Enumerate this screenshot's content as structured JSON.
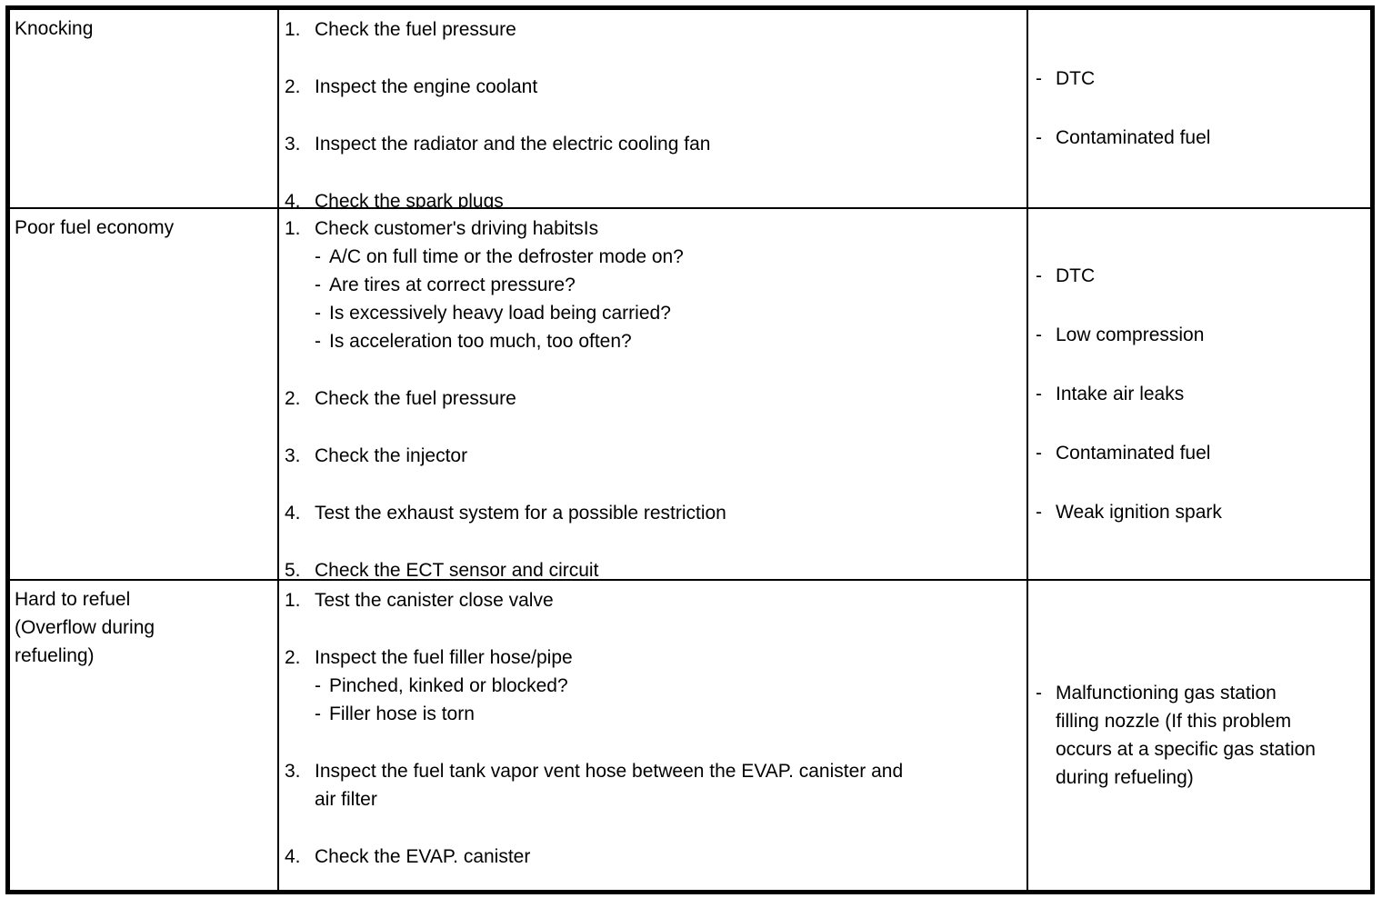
{
  "bullet_dash": "-",
  "colors": {
    "background": "#ffffff",
    "border": "#000000",
    "text": "#000000"
  },
  "table": {
    "rows": [
      {
        "symptom": "Knocking",
        "steps": [
          {
            "num": "1.",
            "text": "Check the fuel pressure",
            "subs": []
          },
          {
            "num": "2.",
            "text": "Inspect the engine coolant",
            "subs": []
          },
          {
            "num": "3.",
            "text": "Inspect the radiator and the electric cooling fan",
            "subs": []
          },
          {
            "num": "4.",
            "text": "Check the spark plugs",
            "subs": []
          }
        ],
        "causes": [
          {
            "text": "DTC"
          },
          {
            "text": "Contaminated fuel"
          }
        ]
      },
      {
        "symptom": "Poor fuel economy",
        "steps": [
          {
            "num": "1.",
            "text": "Check customer's driving habitsIs",
            "subs": [
              "A/C on full time or the defroster mode on?",
              "Are tires at correct pressure?",
              "Is excessively heavy load being carried?",
              "Is acceleration too much, too often?"
            ]
          },
          {
            "num": "2.",
            "text": "Check the fuel pressure",
            "subs": []
          },
          {
            "num": "3.",
            "text": "Check the injector",
            "subs": []
          },
          {
            "num": "4.",
            "text": "Test the exhaust system for a possible restriction",
            "subs": []
          },
          {
            "num": "5.",
            "text": "Check the ECT sensor and circuit",
            "subs": []
          }
        ],
        "causes": [
          {
            "text": "DTC"
          },
          {
            "text": "Low compression"
          },
          {
            "text": "Intake air leaks"
          },
          {
            "text": "Contaminated fuel"
          },
          {
            "text": "Weak ignition spark"
          }
        ]
      },
      {
        "symptom": "Hard to refuel\n(Overflow during\nrefueling)",
        "steps": [
          {
            "num": "1.",
            "text": "Test the canister close valve",
            "subs": []
          },
          {
            "num": "2.",
            "text": "Inspect the fuel filler hose/pipe",
            "subs": [
              "Pinched, kinked or blocked?",
              "Filler hose is torn"
            ]
          },
          {
            "num": "3.",
            "text": "Inspect the fuel tank vapor vent hose between the EVAP. canister and\nair filter",
            "subs": []
          },
          {
            "num": "4.",
            "text": "Check the EVAP. canister",
            "subs": []
          }
        ],
        "causes": [
          {
            "text": "Malfunctioning gas station\nfilling nozzle (If this problem\noccurs at a specific gas station\nduring refueling)"
          }
        ]
      }
    ]
  }
}
